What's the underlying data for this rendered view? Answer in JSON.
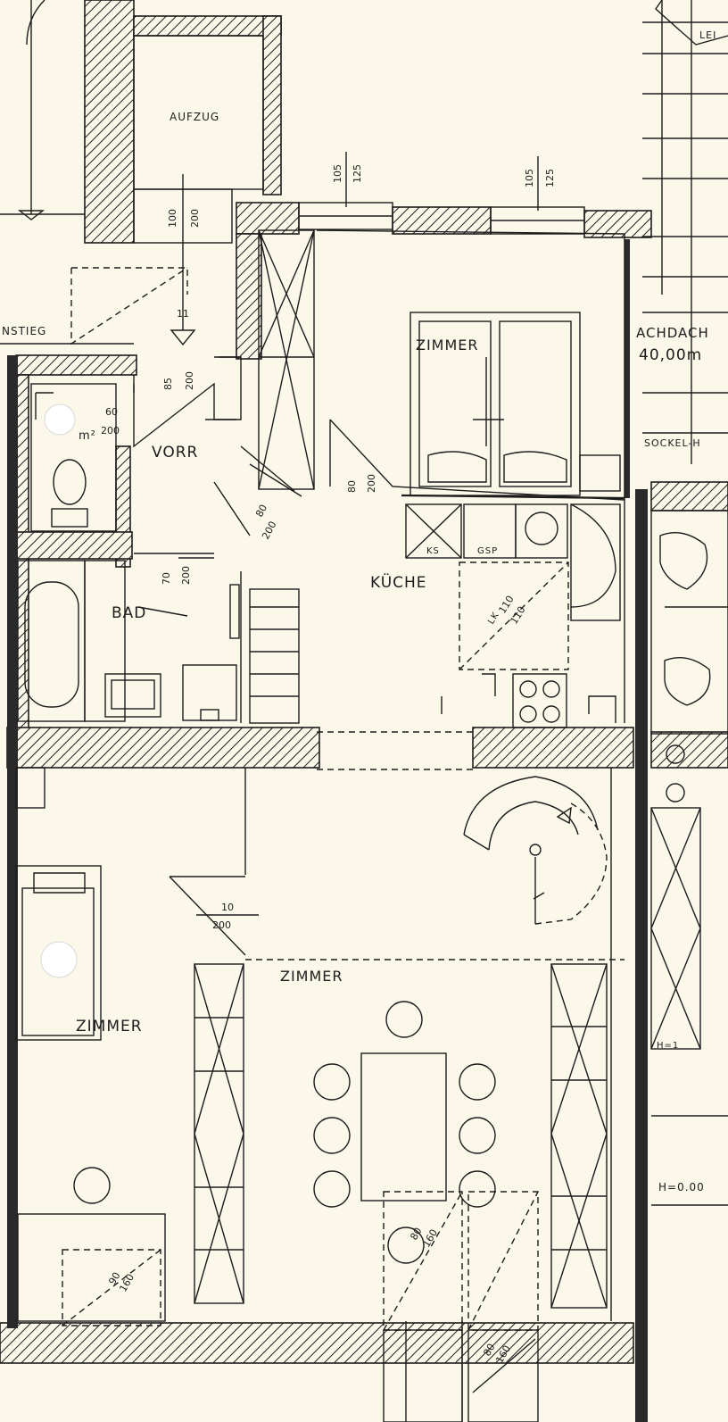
{
  "rooms": {
    "elevator": "AUFZUG",
    "stairs": "NSTIEG",
    "hall": "VORR",
    "bath": "BAD",
    "kitchen": "KÜCHE",
    "bedroom": "ZIMMER",
    "living": "ZIMMER",
    "room_left": "ZIMMER",
    "attic": "ACHDACH",
    "attic_area": "40,00m",
    "corner_top": "LEI",
    "wall_note": "SOCKEL-H",
    "height_mark": "H=0.00",
    "small_note": "H=1",
    "bath_area": "m²",
    "kitchen_ks": "KS",
    "kitchen_gsp": "GSP",
    "table_code": "LK"
  },
  "dimensions": {
    "elevator_door": [
      "100",
      "200"
    ],
    "window_1": [
      "105",
      "125"
    ],
    "window_2": [
      "105",
      "125"
    ],
    "stair_door": [
      "11",
      "▽"
    ],
    "hall_door": [
      "85",
      "200"
    ],
    "wc_door": [
      "60",
      "200"
    ],
    "bath_door": [
      "70",
      "200"
    ],
    "vorr_door": [
      "80",
      "200"
    ],
    "bedroom_door": [
      "80",
      "200"
    ],
    "kitchen_table": [
      "110",
      "110"
    ],
    "living_door": [
      "10",
      "200"
    ],
    "left_window": [
      "90",
      "160"
    ],
    "bottom_window_1": [
      "80",
      "160"
    ],
    "bottom_window_2": [
      "80",
      "160"
    ]
  }
}
